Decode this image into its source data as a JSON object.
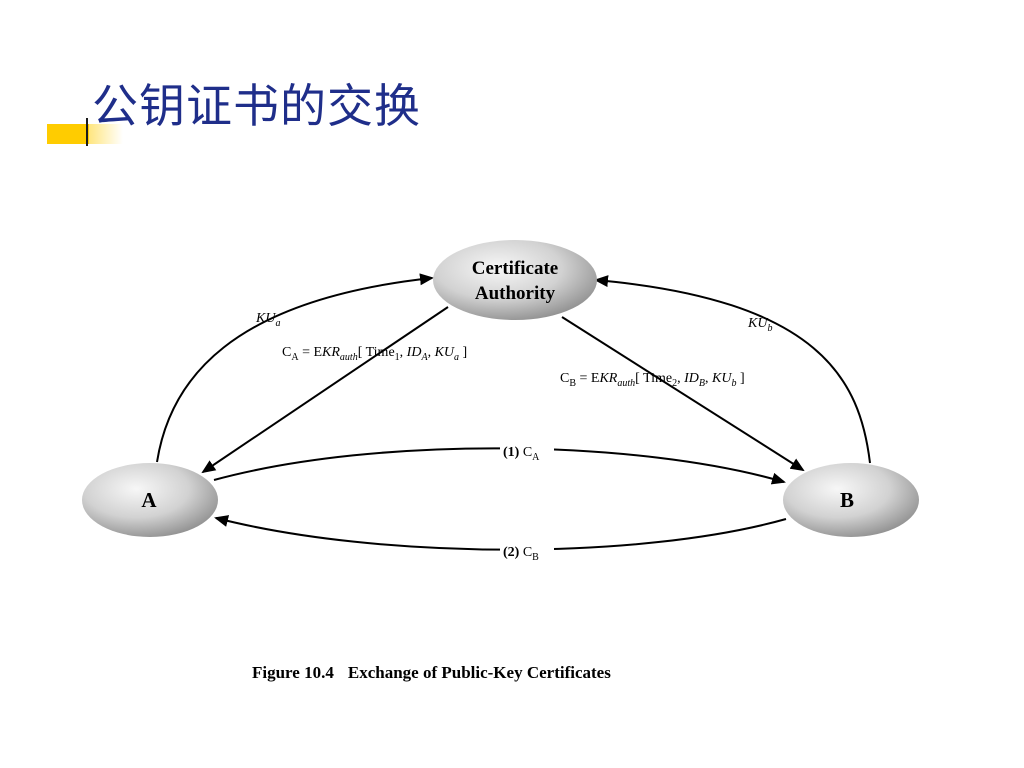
{
  "slide": {
    "title": "公钥证书的交换"
  },
  "diagram": {
    "nodes": {
      "ca_line1": "Certificate",
      "ca_line2": "Authority",
      "a": "A",
      "b": "B"
    },
    "labels": {
      "ku_a": "KU",
      "ku_a_sub": "a",
      "ku_b": "KU",
      "ku_b_sub": "b",
      "ca_formula": {
        "c": "C",
        "c_sub": "A",
        "eq": " = E",
        "kr": "KR",
        "kr_sub": "auth",
        "open": "[ Time",
        "time_sub": "1",
        "sep1": ", ",
        "id": "ID",
        "id_sub": "A",
        "sep2": ", ",
        "ku": "KU",
        "ku_sub": "a",
        "close": " ]"
      },
      "cb_formula": {
        "c": "C",
        "c_sub": "B",
        "eq": " = E",
        "kr": "KR",
        "kr_sub": "auth",
        "open": "[ Time",
        "time_sub": "2",
        "sep1": ", ",
        "id": "ID",
        "id_sub": "B",
        "sep2": ", ",
        "ku": "KU",
        "ku_sub": "b",
        "close": " ]"
      },
      "step1_num": "(1)",
      "step1_c": " C",
      "step1_sub": "A",
      "step2_num": "(2)",
      "step2_c": " C",
      "step2_sub": "B"
    },
    "caption_num": "Figure 10.4",
    "caption_text": "Exchange of Public-Key Certificates"
  },
  "colors": {
    "title": "#1f2e8a",
    "accent": "#ffcc00",
    "node_light": "#f2f2f2",
    "node_dark": "#9a9a9a"
  }
}
